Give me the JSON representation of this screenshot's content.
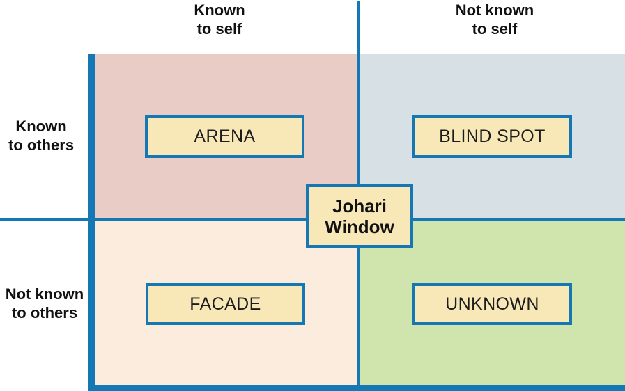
{
  "diagram": {
    "type": "johari-window-2x2-matrix",
    "center_box": {
      "line1": "Johari",
      "line2": "Window"
    }
  },
  "axis_labels": {
    "top_left": {
      "line1": "Known",
      "line2": "to self"
    },
    "top_right": {
      "line1": "Not known",
      "line2": "to self"
    },
    "left_top": {
      "line1": "Known",
      "line2": "to others"
    },
    "left_bottom": {
      "line1": "Not known",
      "line2": "to others"
    }
  },
  "quadrants": [
    {
      "name": "arena",
      "label": "ARENA",
      "position": "top-left",
      "bg": "#e9ccc5"
    },
    {
      "name": "blind-spot",
      "label": "BLIND SPOT",
      "position": "top-right",
      "bg": "#d7e0e4"
    },
    {
      "name": "facade",
      "label": "FACADE",
      "position": "bottom-left",
      "bg": "#fcecdd"
    },
    {
      "name": "unknown",
      "label": "UNKNOWN",
      "position": "bottom-right",
      "bg": "#cfe5ad"
    }
  ],
  "colors": {
    "axis_blue": "#1577b4",
    "label_box_fill": "#f8e8b8",
    "text": "#111111"
  }
}
